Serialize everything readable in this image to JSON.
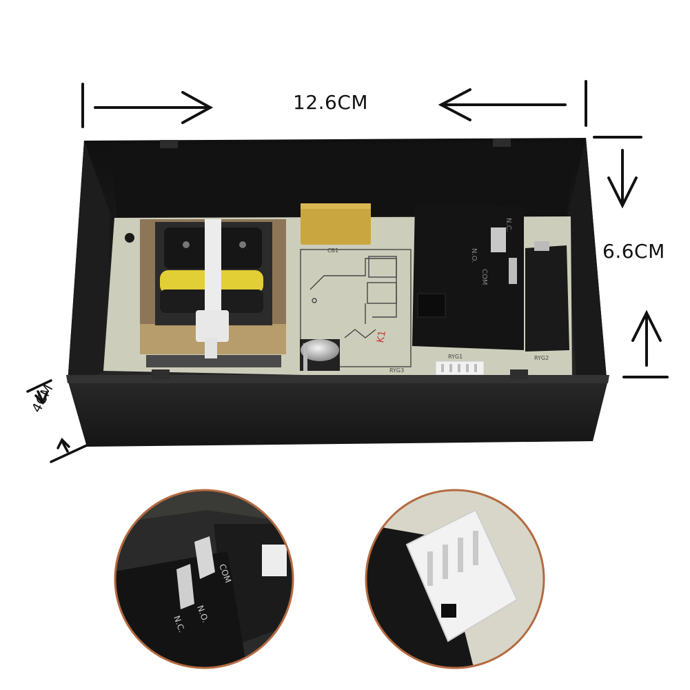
{
  "dimensions": {
    "width_label": "12.6CM",
    "height_label": "6.6CM",
    "depth_label": "4CM"
  },
  "board_markings": {
    "relay_no": "N.O.",
    "relay_nc": "N.C.",
    "relay_com": "COM",
    "connector_ryg1": "RYG1",
    "connector_ryg2": "RYG2",
    "connector_ryg3": "RYG3",
    "cap_label": "CB1",
    "inset_com": "COM",
    "inset_no": "N.O.",
    "inset_nc": "N.C."
  },
  "colors": {
    "enclosure": "#1b1b1b",
    "pcb": "#cfcfbd",
    "relay": "#141414",
    "transformer_frame": "#8a7356",
    "coil": "#e8d23a",
    "capacitor": "#c9a640",
    "connector": "#f1f1f1",
    "zip_tie": "#eeeeee"
  },
  "icons": [
    "arrow-right-icon",
    "arrow-left-icon",
    "arrow-down-icon",
    "arrow-up-icon"
  ]
}
